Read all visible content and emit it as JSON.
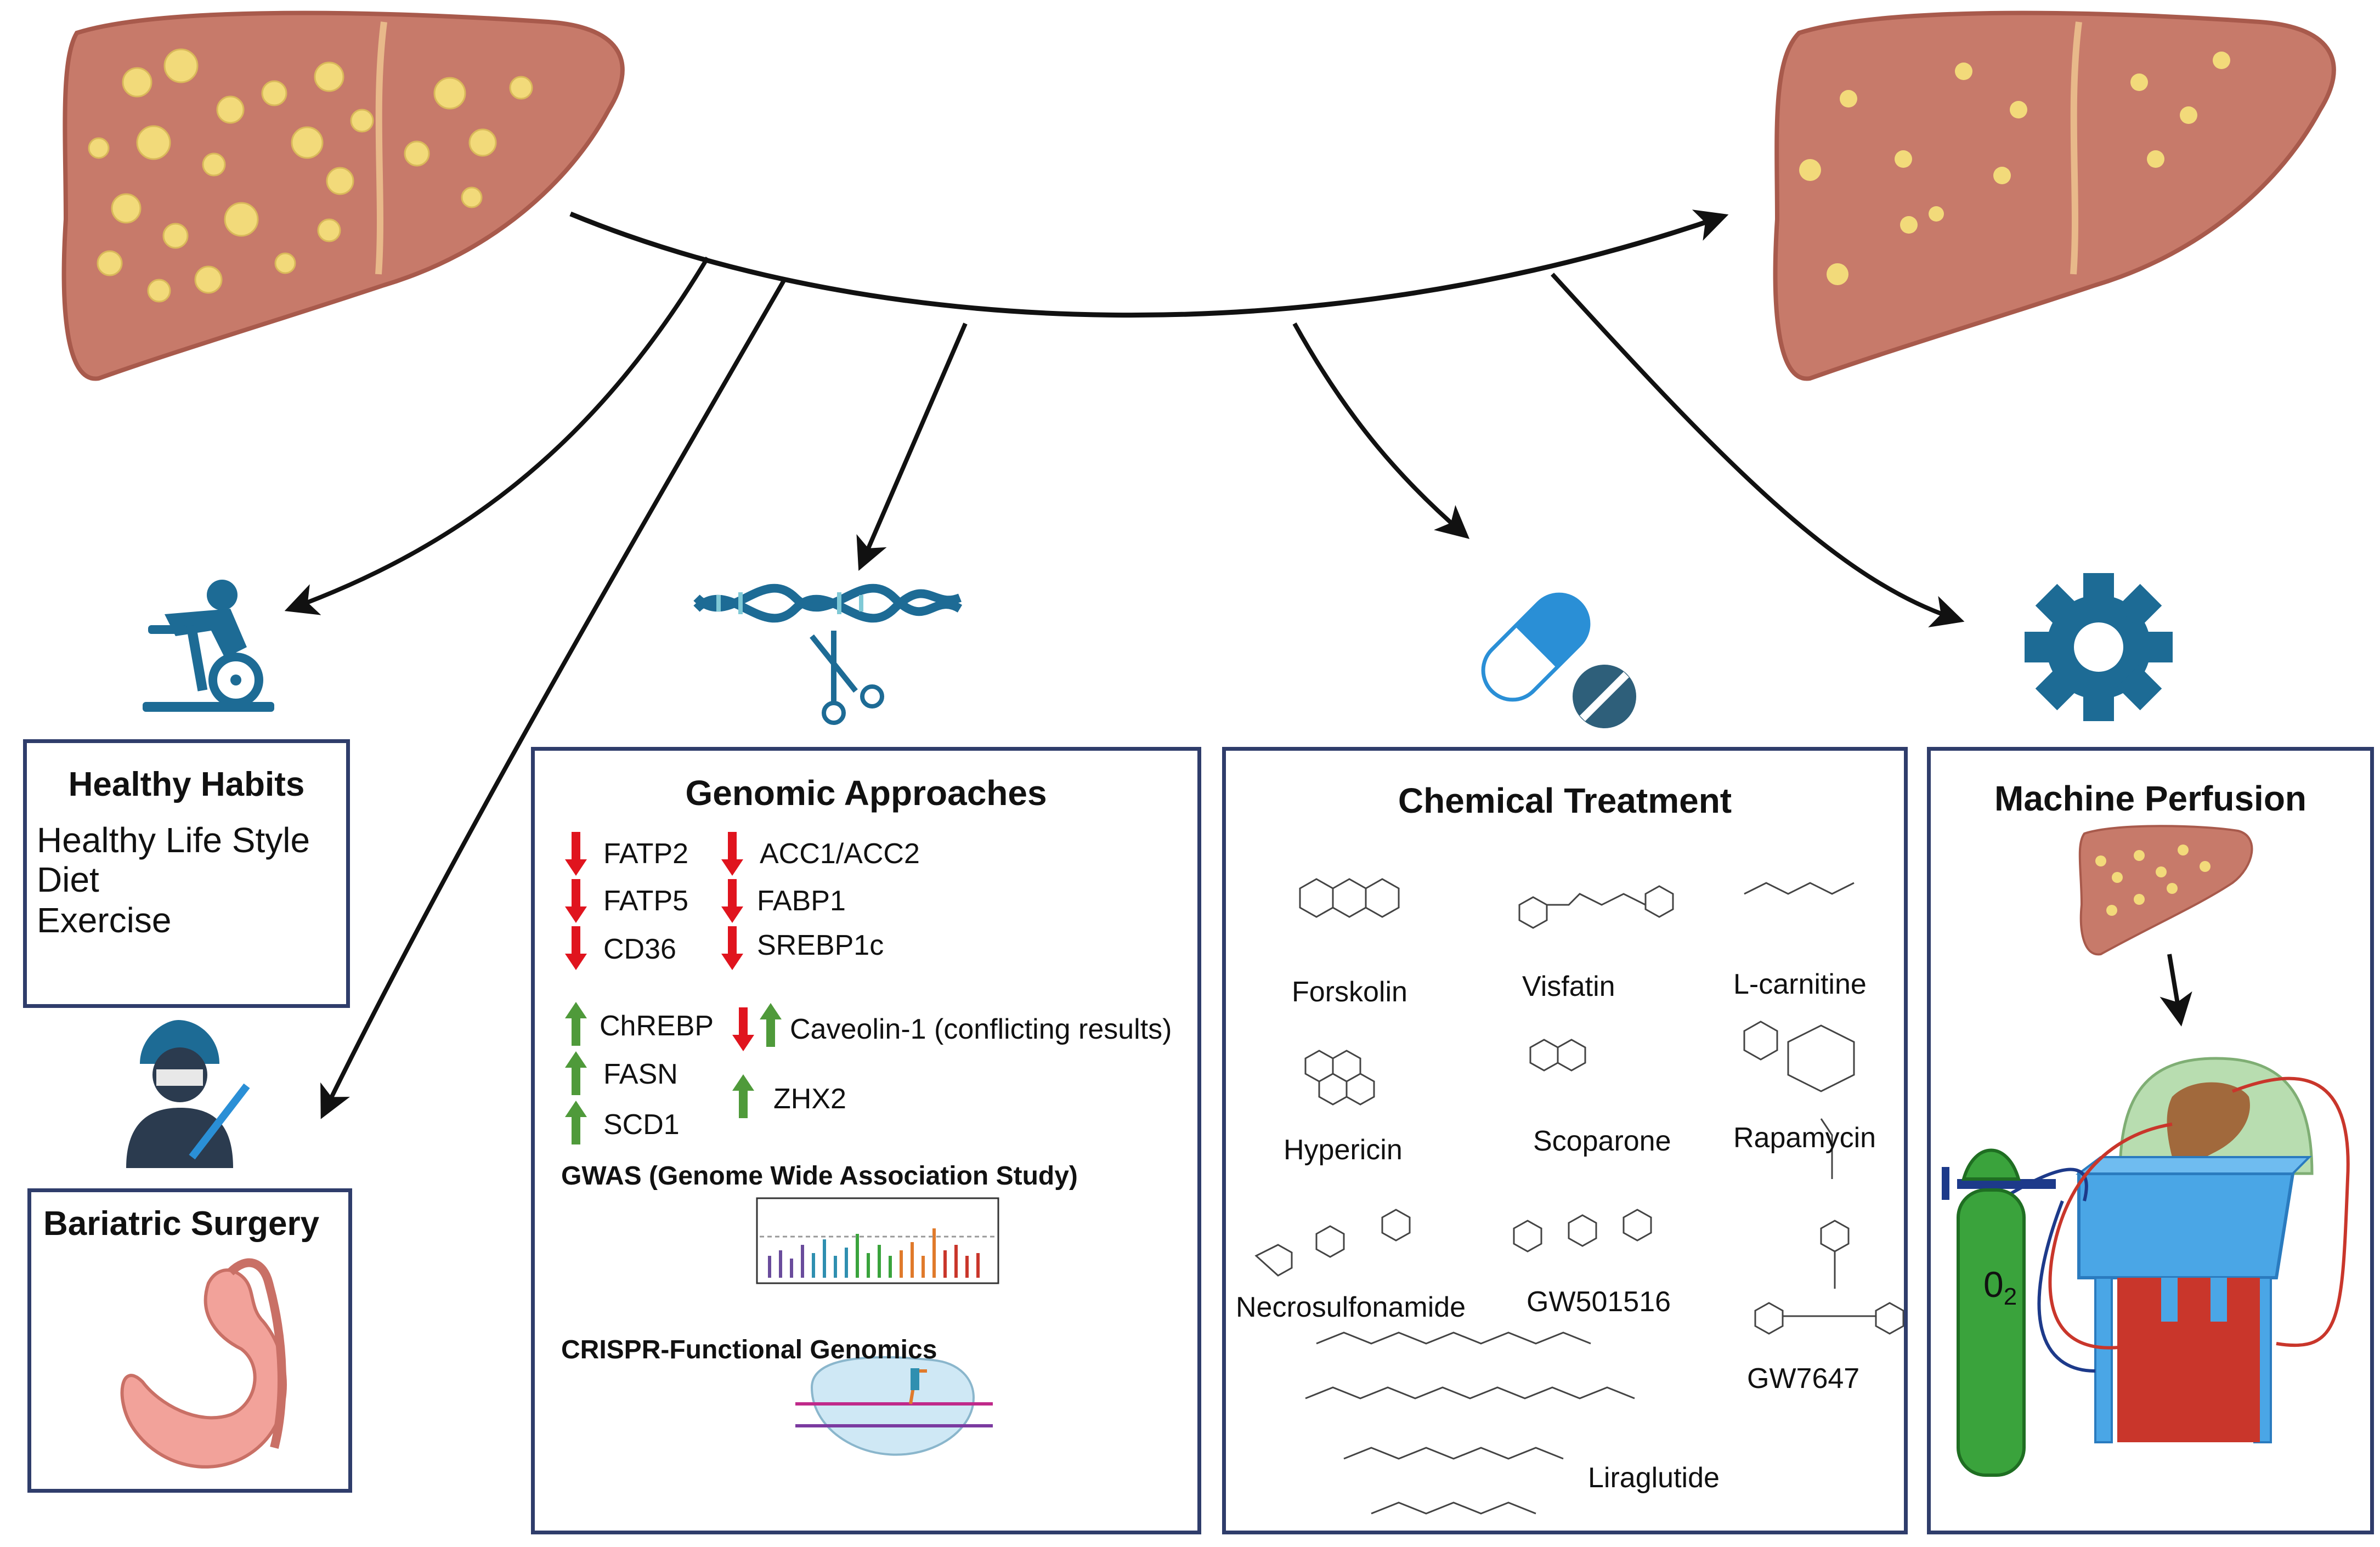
{
  "colors": {
    "liver": "#c77a6a",
    "liver_dark": "#a85a4c",
    "fat": "#f2da7a",
    "box_border": "#2f3d6b",
    "icon_blue": "#1d6b95",
    "down_arrow": "#e0141e",
    "up_arrow": "#4f9a3a",
    "o2_tank": "#3aa33c",
    "pump_blue": "#4aa6e6",
    "pump_red": "#c9362b"
  },
  "icons": [
    "exercise-bike-icon",
    "dna-scissors-icon",
    "pill-icon",
    "gear-icon",
    "surgeon-icon"
  ],
  "healthy_habits": {
    "title": "Healthy Habits",
    "lines": [
      "Healthy Life Style",
      "Diet",
      "Exercise"
    ]
  },
  "bariatric": {
    "title": "Bariatric Surgery"
  },
  "genomic": {
    "title": "Genomic Approaches",
    "down_left": [
      "FATP2",
      "FATP5",
      "CD36"
    ],
    "down_right": [
      "ACC1/ACC2",
      "FABP1",
      "SREBP1c"
    ],
    "up_left": [
      "ChREBP",
      "FASN",
      "SCD1"
    ],
    "caveolin": "Caveolin-1 (conflicting results)",
    "zhx2": "ZHX2",
    "gwas": "GWAS (Genome Wide Association Study)",
    "crispr": "CRISPR-Functional Genomics"
  },
  "chemical": {
    "title": "Chemical Treatment",
    "compounds": [
      "Forskolin",
      "Visfatin",
      "L-carnitine",
      "Hypericin",
      "Scoparone",
      "Rapamycin",
      "Necrosulfonamide",
      "GW501516",
      "GW7647",
      "Liraglutide"
    ]
  },
  "perfusion": {
    "title": "Machine Perfusion",
    "o2_label": "0",
    "o2_sub": "2"
  }
}
